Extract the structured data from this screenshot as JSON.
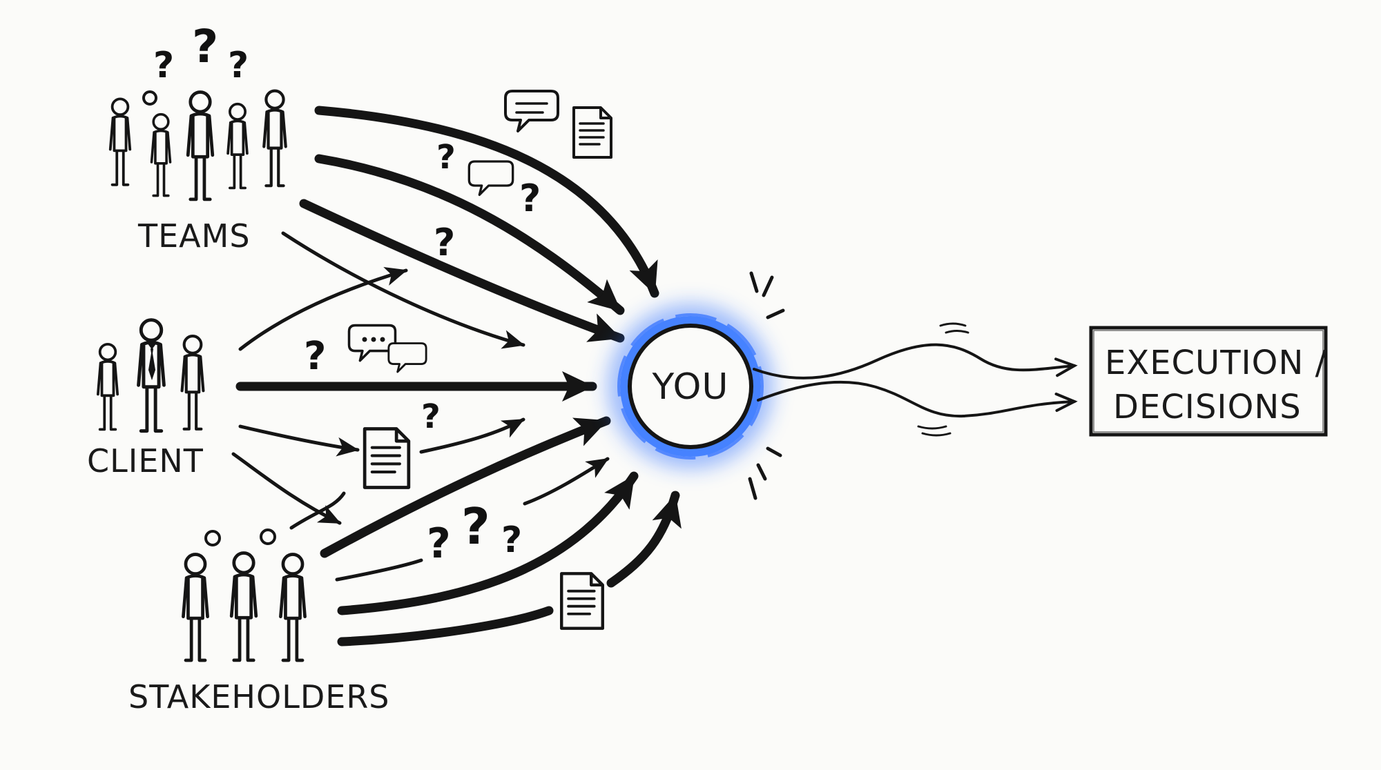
{
  "groups": {
    "teams": {
      "label": "TEAMS"
    },
    "client": {
      "label": "CLIENT"
    },
    "stakeholders": {
      "label": "STAKEHOLDERS"
    }
  },
  "center": {
    "label": "YOU"
  },
  "output": {
    "line1": "EXECUTION /",
    "line2": "DECISIONS"
  },
  "question_mark": "?",
  "colors": {
    "ink": "#151515",
    "glow": "#2f6fff",
    "paper": "#fbfbf9"
  },
  "icons": [
    "person-icon",
    "question-mark-icon",
    "speech-bubble-icon",
    "document-icon"
  ]
}
